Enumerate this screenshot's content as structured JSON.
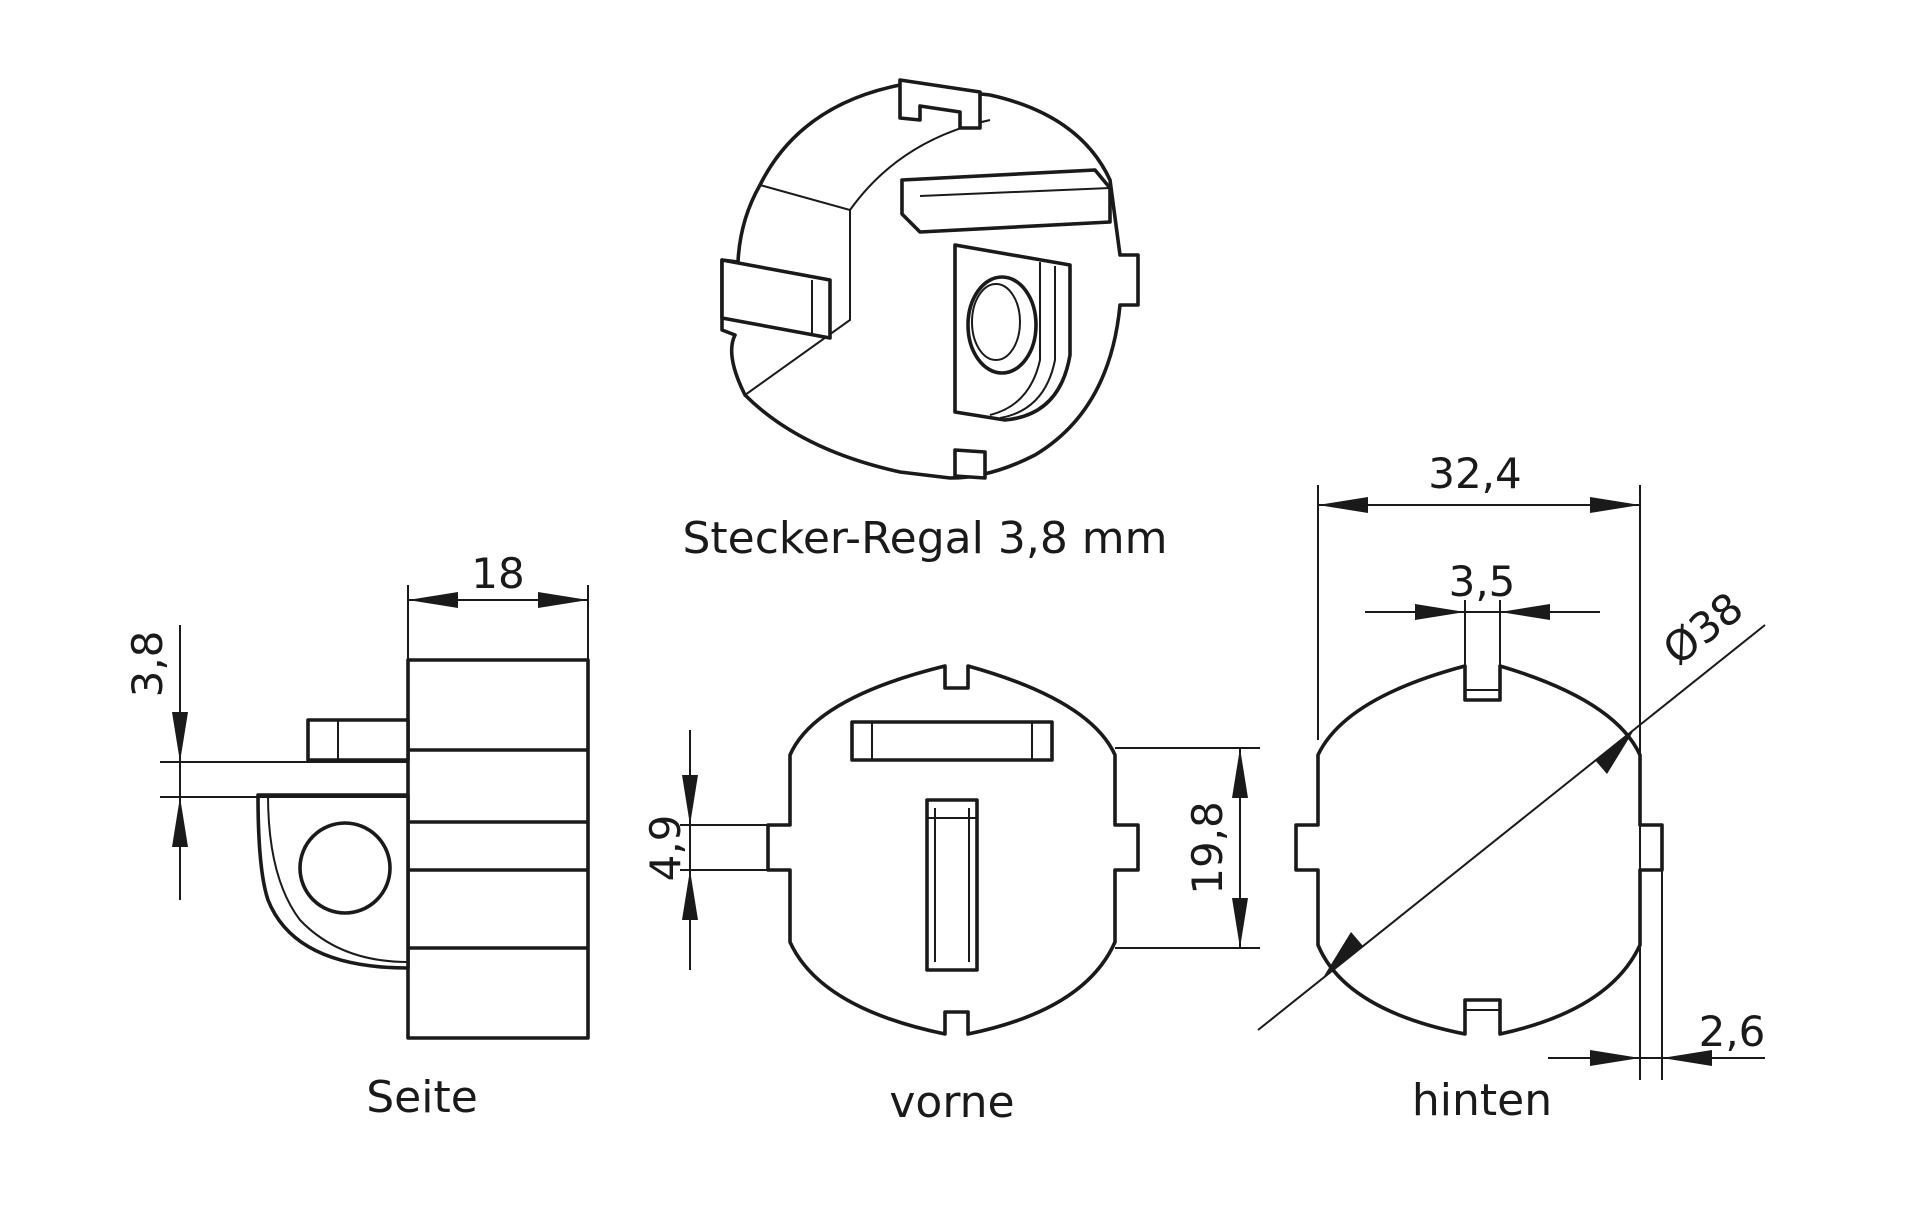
{
  "title": "Stecker-Regal 3,8 mm",
  "views": {
    "side": "Seite",
    "front": "vorne",
    "back": "hinten"
  },
  "dimensions": {
    "side_width": "18",
    "side_thickness": "3,8",
    "front_slot": "4,9",
    "front_height": "19,8",
    "back_width": "32,4",
    "back_slot": "3,5",
    "back_diameter": "Ø38",
    "back_depth": "2,6"
  }
}
